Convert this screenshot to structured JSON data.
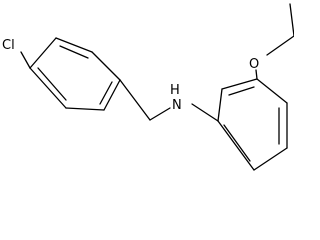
{
  "molecule": {
    "atom_labels": {
      "chlorine": "Cl",
      "amine": "N",
      "amine_hydrogen": "H",
      "oxygen": "O"
    },
    "colors": {
      "bond": "#000000",
      "label": "#000000",
      "background": "#ffffff"
    }
  }
}
